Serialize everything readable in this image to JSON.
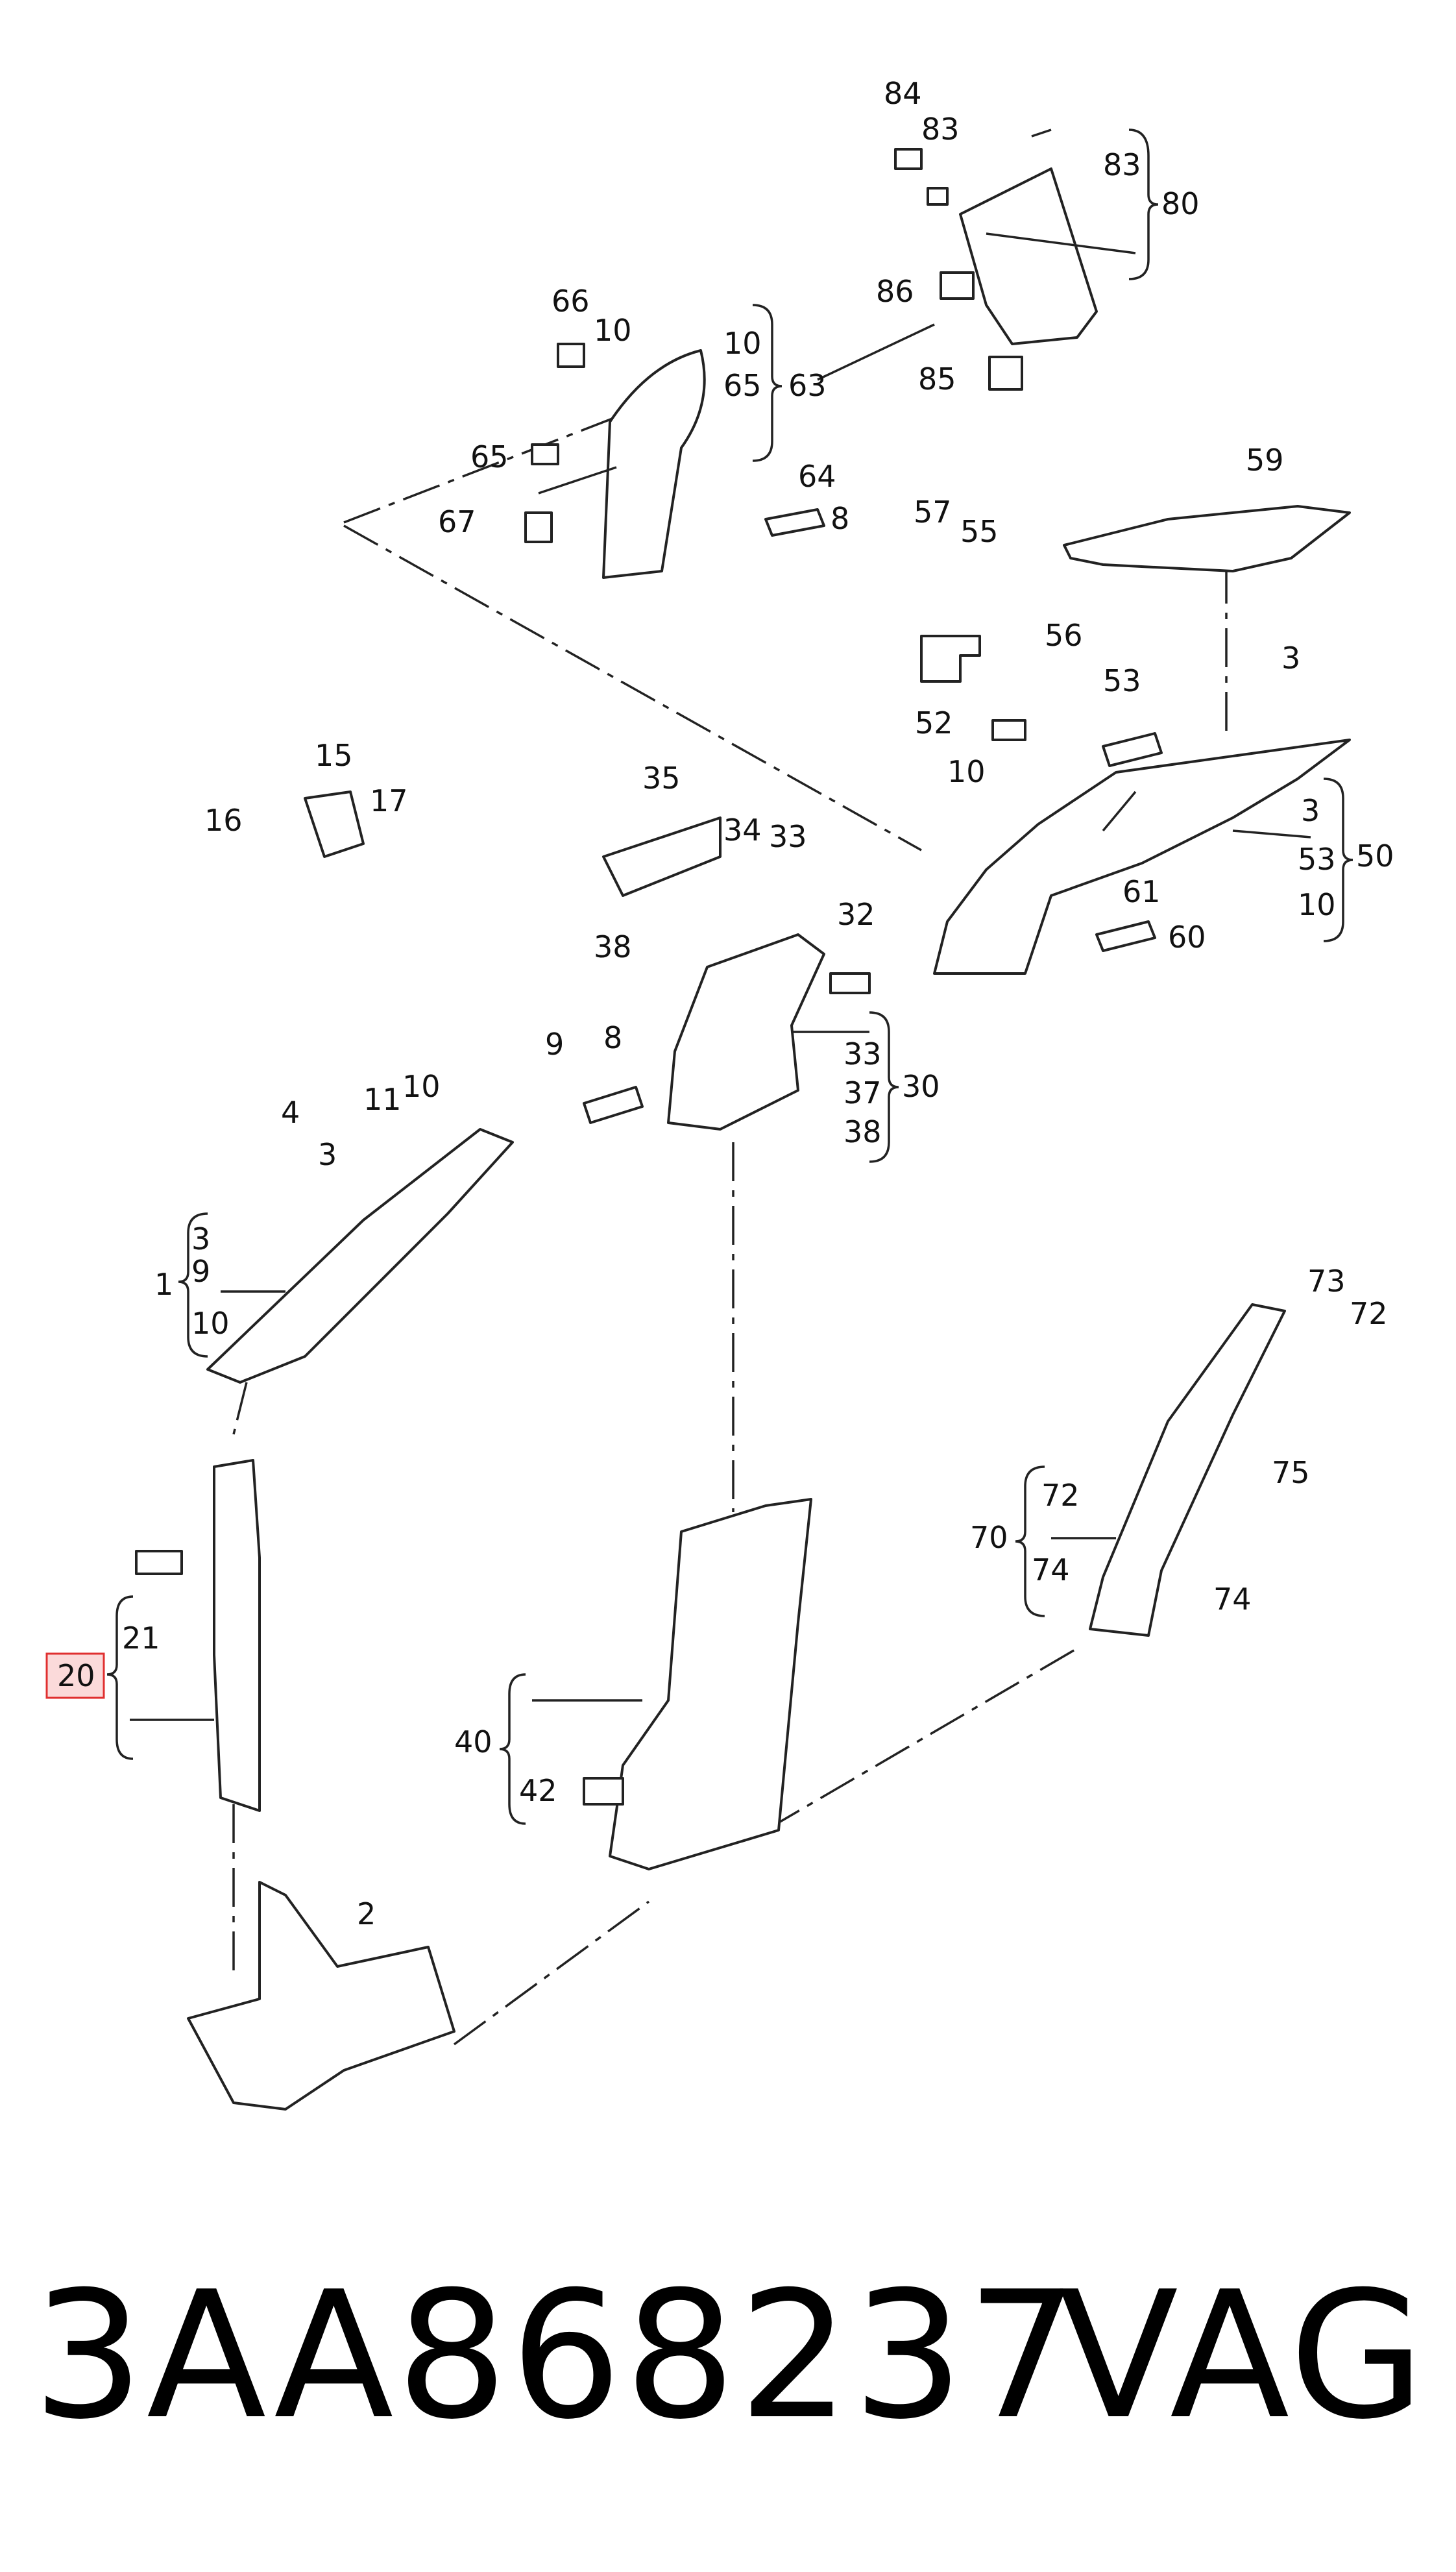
{
  "callouts": [
    "84",
    "83",
    "83",
    "80",
    "86",
    "85",
    "66",
    "10",
    "10",
    "65",
    "63",
    "65",
    "64",
    "67",
    "8",
    "57",
    "55",
    "56",
    "59",
    "53",
    "3",
    "52",
    "10",
    "3",
    "53",
    "50",
    "10",
    "61",
    "60",
    "15",
    "16",
    "17",
    "35",
    "34",
    "33",
    "32",
    "38",
    "33",
    "37",
    "30",
    "38",
    "9",
    "8",
    "11",
    "10",
    "4",
    "3",
    "3",
    "1",
    "9",
    "10",
    "73",
    "72",
    "75",
    "72",
    "70",
    "74",
    "74",
    "21",
    "20",
    "40",
    "42",
    "2"
  ],
  "highlight": {
    "label": "20",
    "color": "#e03030",
    "fill": "#fbdada"
  },
  "part_number": {
    "code": "3AA868237",
    "brand": "VAG"
  }
}
